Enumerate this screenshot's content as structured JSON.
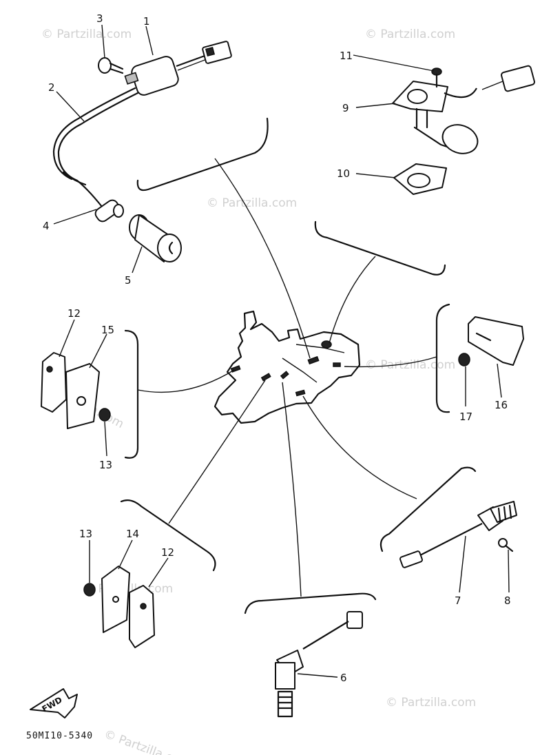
{
  "callouts": {
    "p1": "1",
    "p2": "2",
    "p3": "3",
    "p4": "4",
    "p5": "5",
    "p6": "6",
    "p7": "7",
    "p8": "8",
    "p9": "9",
    "p10": "10",
    "p11": "11",
    "p12a": "12",
    "p12b": "12",
    "p13a": "13",
    "p13b": "13",
    "p14": "14",
    "p15": "15",
    "p16": "16",
    "p17": "17"
  },
  "drawing_code": "50MI10-5340",
  "direction_label": "FWD",
  "watermarks": {
    "w1": "© Partzilla.com",
    "w2": "© Partzilla.com",
    "w3": "© Partzilla.com",
    "w4": "© Partzilla.com",
    "w5": "© Partzilla.com",
    "w6": "© Partzilla.com",
    "w7": "© Partzilla.com",
    "w8": "© Partzilla.com"
  },
  "colors": {
    "ink": "#111111",
    "watermark": "#d0d0d0",
    "background": "#ffffff"
  }
}
